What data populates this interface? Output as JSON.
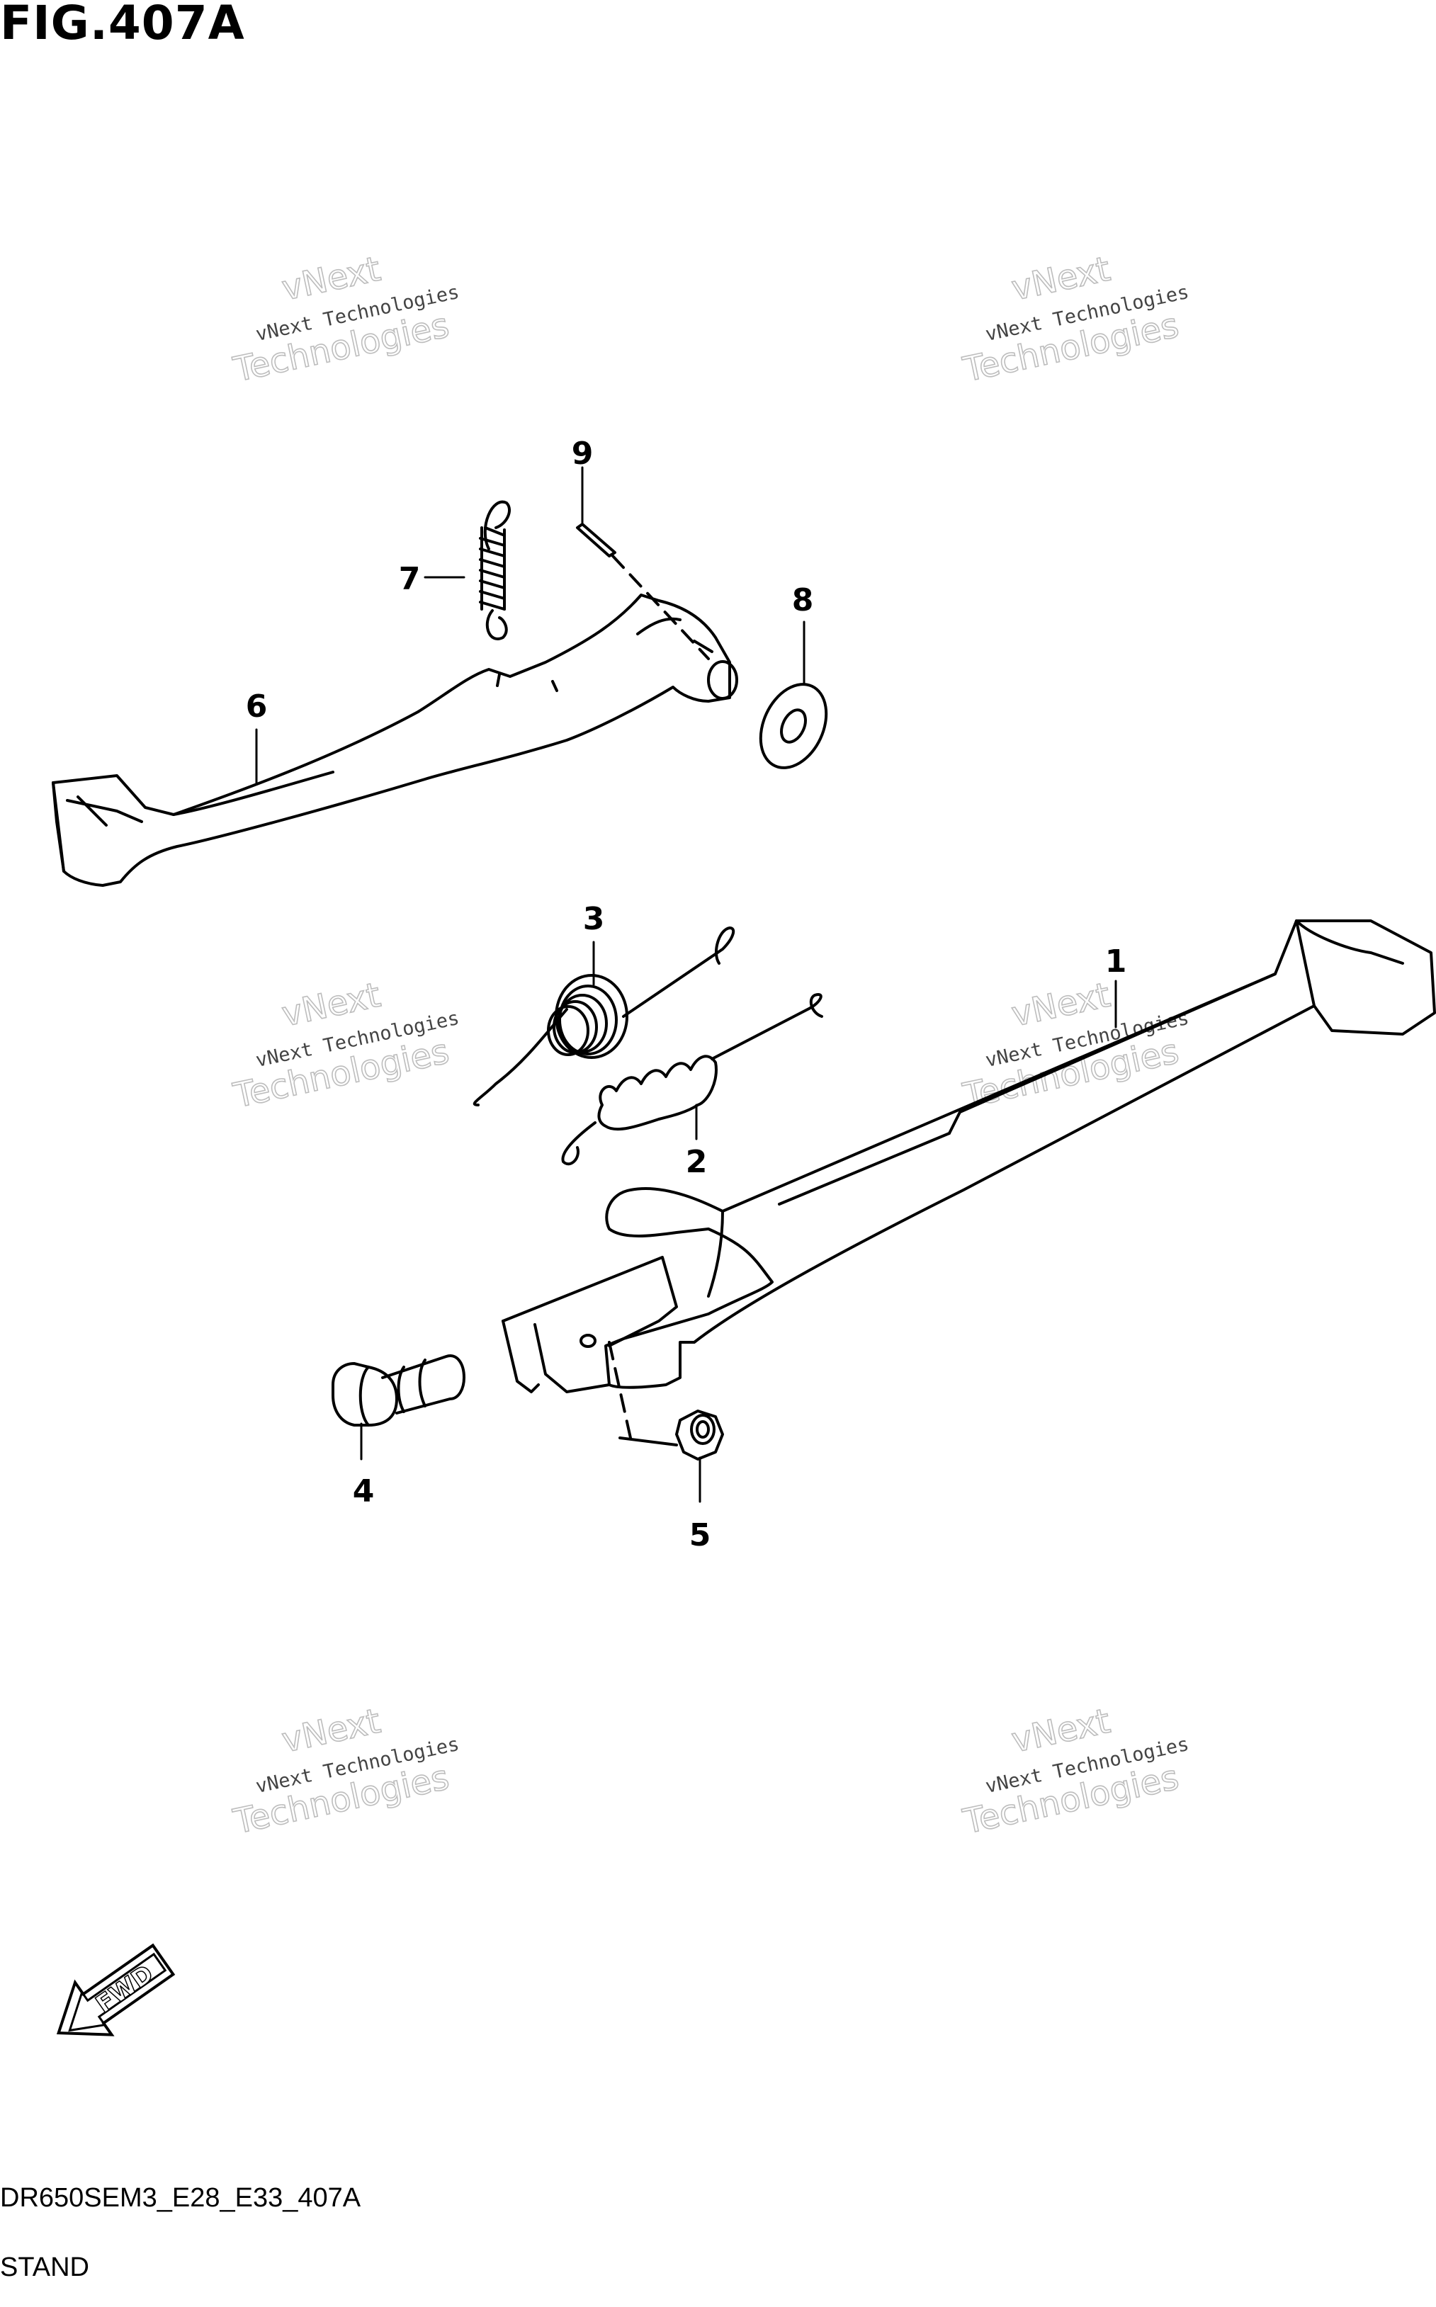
{
  "figure": {
    "title": "FIG.407A",
    "code": "DR650SEM3_E28_E33_407A",
    "name": "STAND"
  },
  "callouts": [
    "1",
    "2",
    "3",
    "4",
    "5",
    "6",
    "7",
    "8",
    "9"
  ],
  "watermark": {
    "line1": "vNext Technologies",
    "line2": "vNext",
    "line3": "Technologies"
  },
  "direction_marker": "FWD"
}
